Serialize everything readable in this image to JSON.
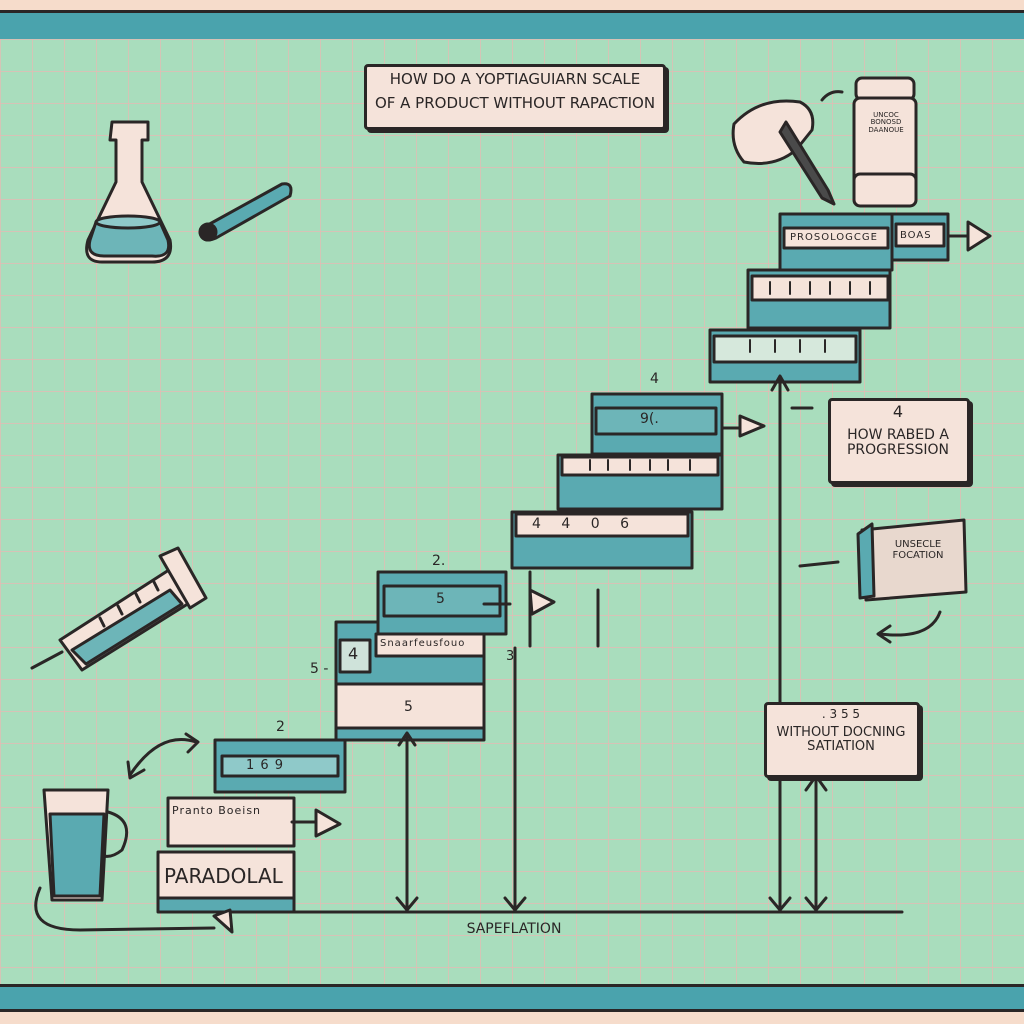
{
  "title": {
    "line1": "HOW DO A YOPTIAGUIARN SCALE",
    "line2": "OF A PRODUCT WITHOUT RAPACTION"
  },
  "callouts": {
    "progression": {
      "number": "4",
      "text": "HOW RABED A PROGRESSION"
    },
    "satisfaction": {
      "number": ". 3 5 5",
      "text": "WITHOUT DOCNING SATIATION"
    }
  },
  "book_label": "UNSECLE FOCATION",
  "axis_label": "SAPEFLATION",
  "steps": [
    {
      "header": "Pranto Boeisn",
      "face": "PARADOLAL"
    },
    {
      "face": "1 6 9",
      "note": "2"
    },
    {
      "face": "5",
      "header": "Snaarfeusfouo",
      "side_tab": "4",
      "note": "5 -"
    },
    {
      "face": "5",
      "note": "2."
    },
    {
      "ruler": "4 4 0 6"
    },
    {
      "ruler_label": ""
    },
    {
      "face": "9(.",
      "note": "4"
    },
    {
      "ruler": ""
    },
    {
      "ruler": ""
    },
    {
      "header": "PROSOLOGCGE",
      "tag": "BOAS"
    }
  ],
  "side_numbers": [
    "5",
    "3"
  ],
  "jar_label": "UNCOC BONOSD DAANOUE",
  "colors": {
    "grid_bg": "#a9ddbd",
    "grid_line": "#e6b9b4",
    "teal": "#4fa3ac",
    "ink": "#2a2626",
    "paper": "#f5e3da",
    "border": "#4aa3ad"
  }
}
